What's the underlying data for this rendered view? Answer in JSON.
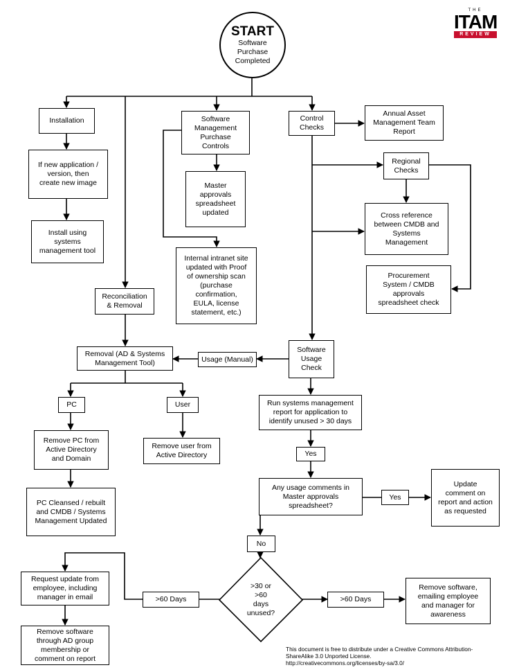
{
  "start": {
    "title": "START",
    "subtitle": "Software\nPurchase\nCompleted"
  },
  "logo": {
    "the": "THE",
    "itam": "ITAM",
    "review": "REVIEW"
  },
  "nodes": {
    "installation": "Installation",
    "new_image": "If new application /\nversion, then\ncreate new image",
    "install_tool": "Install using\nsystems\nmanagement tool",
    "smpc": "Software\nManagement\nPurchase\nControls",
    "master_updated": "Master\napprovals\nspreadsheet\nupdated",
    "intranet": "Internal intranet site\nupdated with Proof\nof ownership scan\n(purchase\nconfirmation,\nEULA, license\nstatement, etc.)",
    "control_checks": "Control\nChecks",
    "annual_report": "Annual Asset\nManagement Team\nReport",
    "regional_checks": "Regional\nChecks",
    "cross_ref": "Cross reference\nbetween CMDB and\nSystems\nManagement",
    "procurement": "Procurement\nSystem / CMDB\napprovals\nspreadsheet check",
    "reconciliation": "Reconciliation\n& Removal",
    "removal": "Removal (AD & Systems\nManagement Tool)",
    "usage_manual": "Usage (Manual)",
    "usage_check": "Software\nUsage\nCheck",
    "pc": "PC",
    "user": "User",
    "remove_pc": "Remove PC from\nActive Directory\nand Domain",
    "remove_user": "Remove user from\nActive Directory",
    "pc_cleansed": "PC Cleansed / rebuilt\nand CMDB / Systems\nManagement Updated",
    "run_report": "Run systems management\nreport for application to\nidentify unused > 30 days",
    "yes1": "Yes",
    "usage_comments": "Any usage comments in\nMaster approvals\nspreadsheet?",
    "yes2": "Yes",
    "update_comment": "Update\ncomment on\nreport and action\nas requested",
    "no": "No",
    "decision": ">30 or\n>60\ndays\nunused?",
    "days_left": ">60 Days",
    "days_right": ">60 Days",
    "request_update": "Request update from\nemployee, including\nmanager in email",
    "remove_ad": "Remove software\nthrough AD group\nmembership or\ncomment on report",
    "remove_email": "Remove software,\nemailing employee\nand manager for\nawareness"
  },
  "license": "This document is free to distribute under a Creative Commons Attribution-\nShareAlike 3.0 Unported License.\nhttp://creativecommons.org/licenses/by-sa/3.0/"
}
